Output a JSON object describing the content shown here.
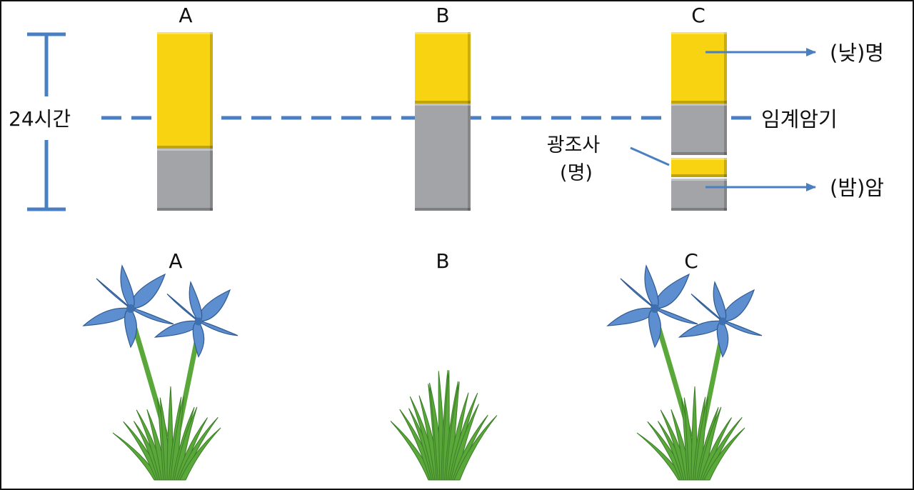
{
  "columns": [
    {
      "id": "A",
      "label": "A",
      "light_fraction": 0.65,
      "flowering": true
    },
    {
      "id": "B",
      "label": "B",
      "light_fraction": 0.4,
      "flowering": false
    },
    {
      "id": "C",
      "label": "C",
      "light_fraction": 0.4,
      "flowering": true,
      "night_break": true
    }
  ],
  "plant_labels": [
    "A",
    "B",
    "C"
  ],
  "labels": {
    "day_length": "24시간",
    "critical_dark_period": "임계암기",
    "light_break_line1": "광조사",
    "light_break_line2": "(명)",
    "day_light": "(낮)명",
    "night_dark": "(밤)암"
  },
  "colors": {
    "light": "#f7d312",
    "dark": "#a2a4a7",
    "line": "#4a7fc1",
    "flower": "#5d8fd0",
    "leaf": "#5aa83a"
  }
}
